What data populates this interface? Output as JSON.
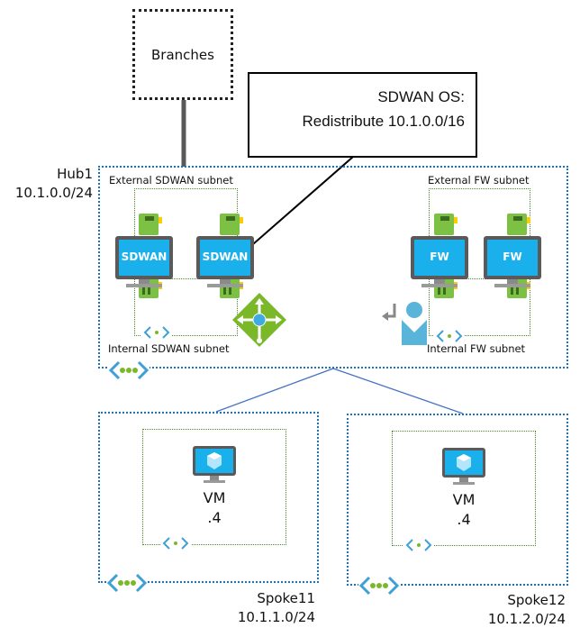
{
  "branches": {
    "label": "Branches"
  },
  "note": {
    "line1": "SDWAN OS:",
    "line2": "Redistribute 10.1.0.0/16"
  },
  "hub": {
    "name": "Hub1",
    "cidr": "10.1.0.0/24",
    "subnets": {
      "external_sdwan": "External SDWAN subnet",
      "internal_sdwan": "Internal SDWAN subnet",
      "external_fw": "External FW subnet",
      "internal_fw": "Internal FW subnet"
    },
    "appliances": [
      {
        "label": "SDWAN",
        "type": "sdwan"
      },
      {
        "label": "SDWAN",
        "type": "sdwan"
      },
      {
        "label": "FW",
        "type": "firewall"
      },
      {
        "label": "FW",
        "type": "firewall"
      }
    ],
    "icons": [
      "load-balancer-icon",
      "user-defined-route-icon",
      "vnet-icon",
      "subnet-icon"
    ]
  },
  "spokes": [
    {
      "name": "Spoke11",
      "cidr": "10.1.1.0/24",
      "vm_label": "VM",
      "vm_ip": ".4"
    },
    {
      "name": "Spoke12",
      "cidr": "10.1.2.0/24",
      "vm_label": "VM",
      "vm_ip": ".4"
    }
  ],
  "colors": {
    "vnet_border": "#1a72c0",
    "subnet_border": "#4a8a2a",
    "screen": "#1ab0ec",
    "lb_green": "#7ab829",
    "peering_line": "#4472c4"
  }
}
